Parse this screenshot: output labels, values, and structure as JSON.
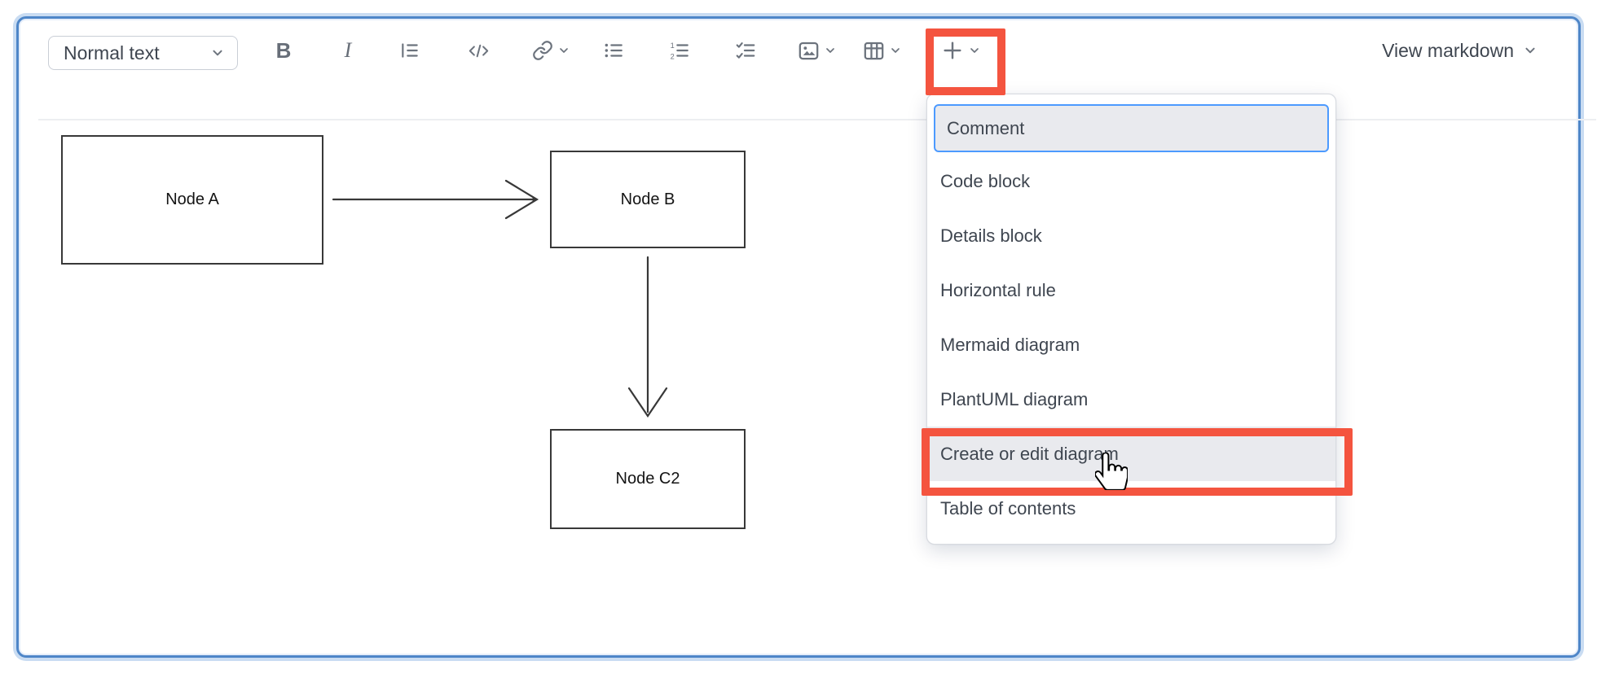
{
  "toolbar": {
    "block_type_label": "Normal text",
    "view_markdown_label": "View markdown",
    "buttons": [
      "block-type",
      "bold",
      "italic",
      "blockquote",
      "code-inline",
      "link",
      "bulleted-list",
      "numbered-list",
      "checklist",
      "image",
      "table",
      "insert-plus",
      "view-markdown"
    ]
  },
  "menu": {
    "items": [
      {
        "label": "Comment",
        "state": "focused"
      },
      {
        "label": "Code block",
        "state": "normal"
      },
      {
        "label": "Details block",
        "state": "normal"
      },
      {
        "label": "Horizontal rule",
        "state": "normal"
      },
      {
        "label": "Mermaid diagram",
        "state": "normal"
      },
      {
        "label": "PlantUML diagram",
        "state": "normal"
      },
      {
        "label": "Create or edit diagram",
        "state": "hovered"
      },
      {
        "label": "Table of contents",
        "state": "normal"
      }
    ]
  },
  "diagram": {
    "nodes": [
      {
        "id": "A",
        "label": "Node A"
      },
      {
        "id": "B",
        "label": "Node B"
      },
      {
        "id": "C2",
        "label": "Node C2"
      }
    ],
    "edges": [
      {
        "from": "A",
        "to": "B",
        "direction": "right"
      },
      {
        "from": "B",
        "to": "C2",
        "direction": "down"
      }
    ]
  },
  "annotations": {
    "highlight_color": "#f4543f",
    "highlighted_elements": [
      "insert-plus-button",
      "menu-item-create-or-edit-diagram"
    ],
    "cursor": "hand-pointer-on-create-or-edit-diagram"
  },
  "colors": {
    "frame_border": "#4e86c8",
    "focus_ring": "#4c9aff",
    "menu_active_bg": "#e9eaee",
    "icon": "#6c737d",
    "text": "#3f4650",
    "node_border": "#383838"
  }
}
